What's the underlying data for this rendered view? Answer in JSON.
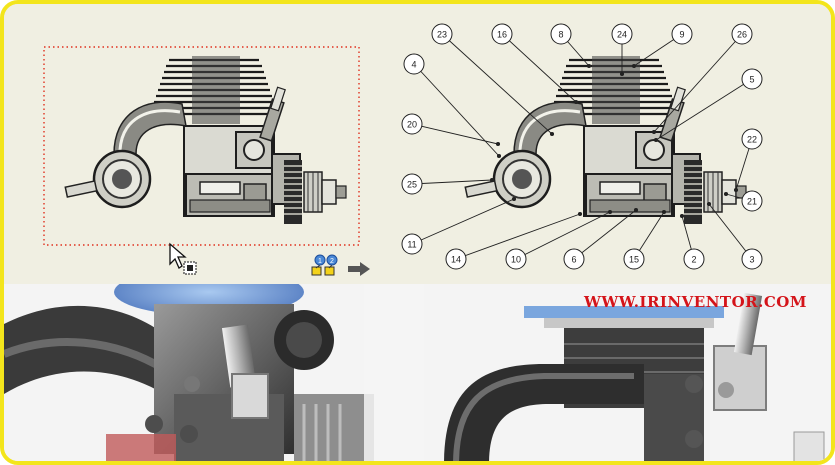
{
  "website": "WWW.IRINVENTOR.COM",
  "balloons": [
    {
      "id": "b23",
      "label": "23"
    },
    {
      "id": "b16",
      "label": "16"
    },
    {
      "id": "b8",
      "label": "8"
    },
    {
      "id": "b24",
      "label": "24"
    },
    {
      "id": "b9",
      "label": "9"
    },
    {
      "id": "b26",
      "label": "26"
    },
    {
      "id": "b4",
      "label": "4"
    },
    {
      "id": "b5",
      "label": "5"
    },
    {
      "id": "b20",
      "label": "20"
    },
    {
      "id": "b22",
      "label": "22"
    },
    {
      "id": "b25",
      "label": "25"
    },
    {
      "id": "b21",
      "label": "21"
    },
    {
      "id": "b11",
      "label": "11"
    },
    {
      "id": "b14",
      "label": "14"
    },
    {
      "id": "b10",
      "label": "10"
    },
    {
      "id": "b6",
      "label": "6"
    },
    {
      "id": "b15",
      "label": "15"
    },
    {
      "id": "b2",
      "label": "2"
    },
    {
      "id": "b3",
      "label": "3"
    }
  ],
  "tool_icon": {
    "badge_1": "1",
    "badge_2": "2"
  },
  "colors": {
    "frame": "#f3e51c",
    "paper": "#f0efe2",
    "website": "#d4141a",
    "selection": "#e0301e"
  }
}
